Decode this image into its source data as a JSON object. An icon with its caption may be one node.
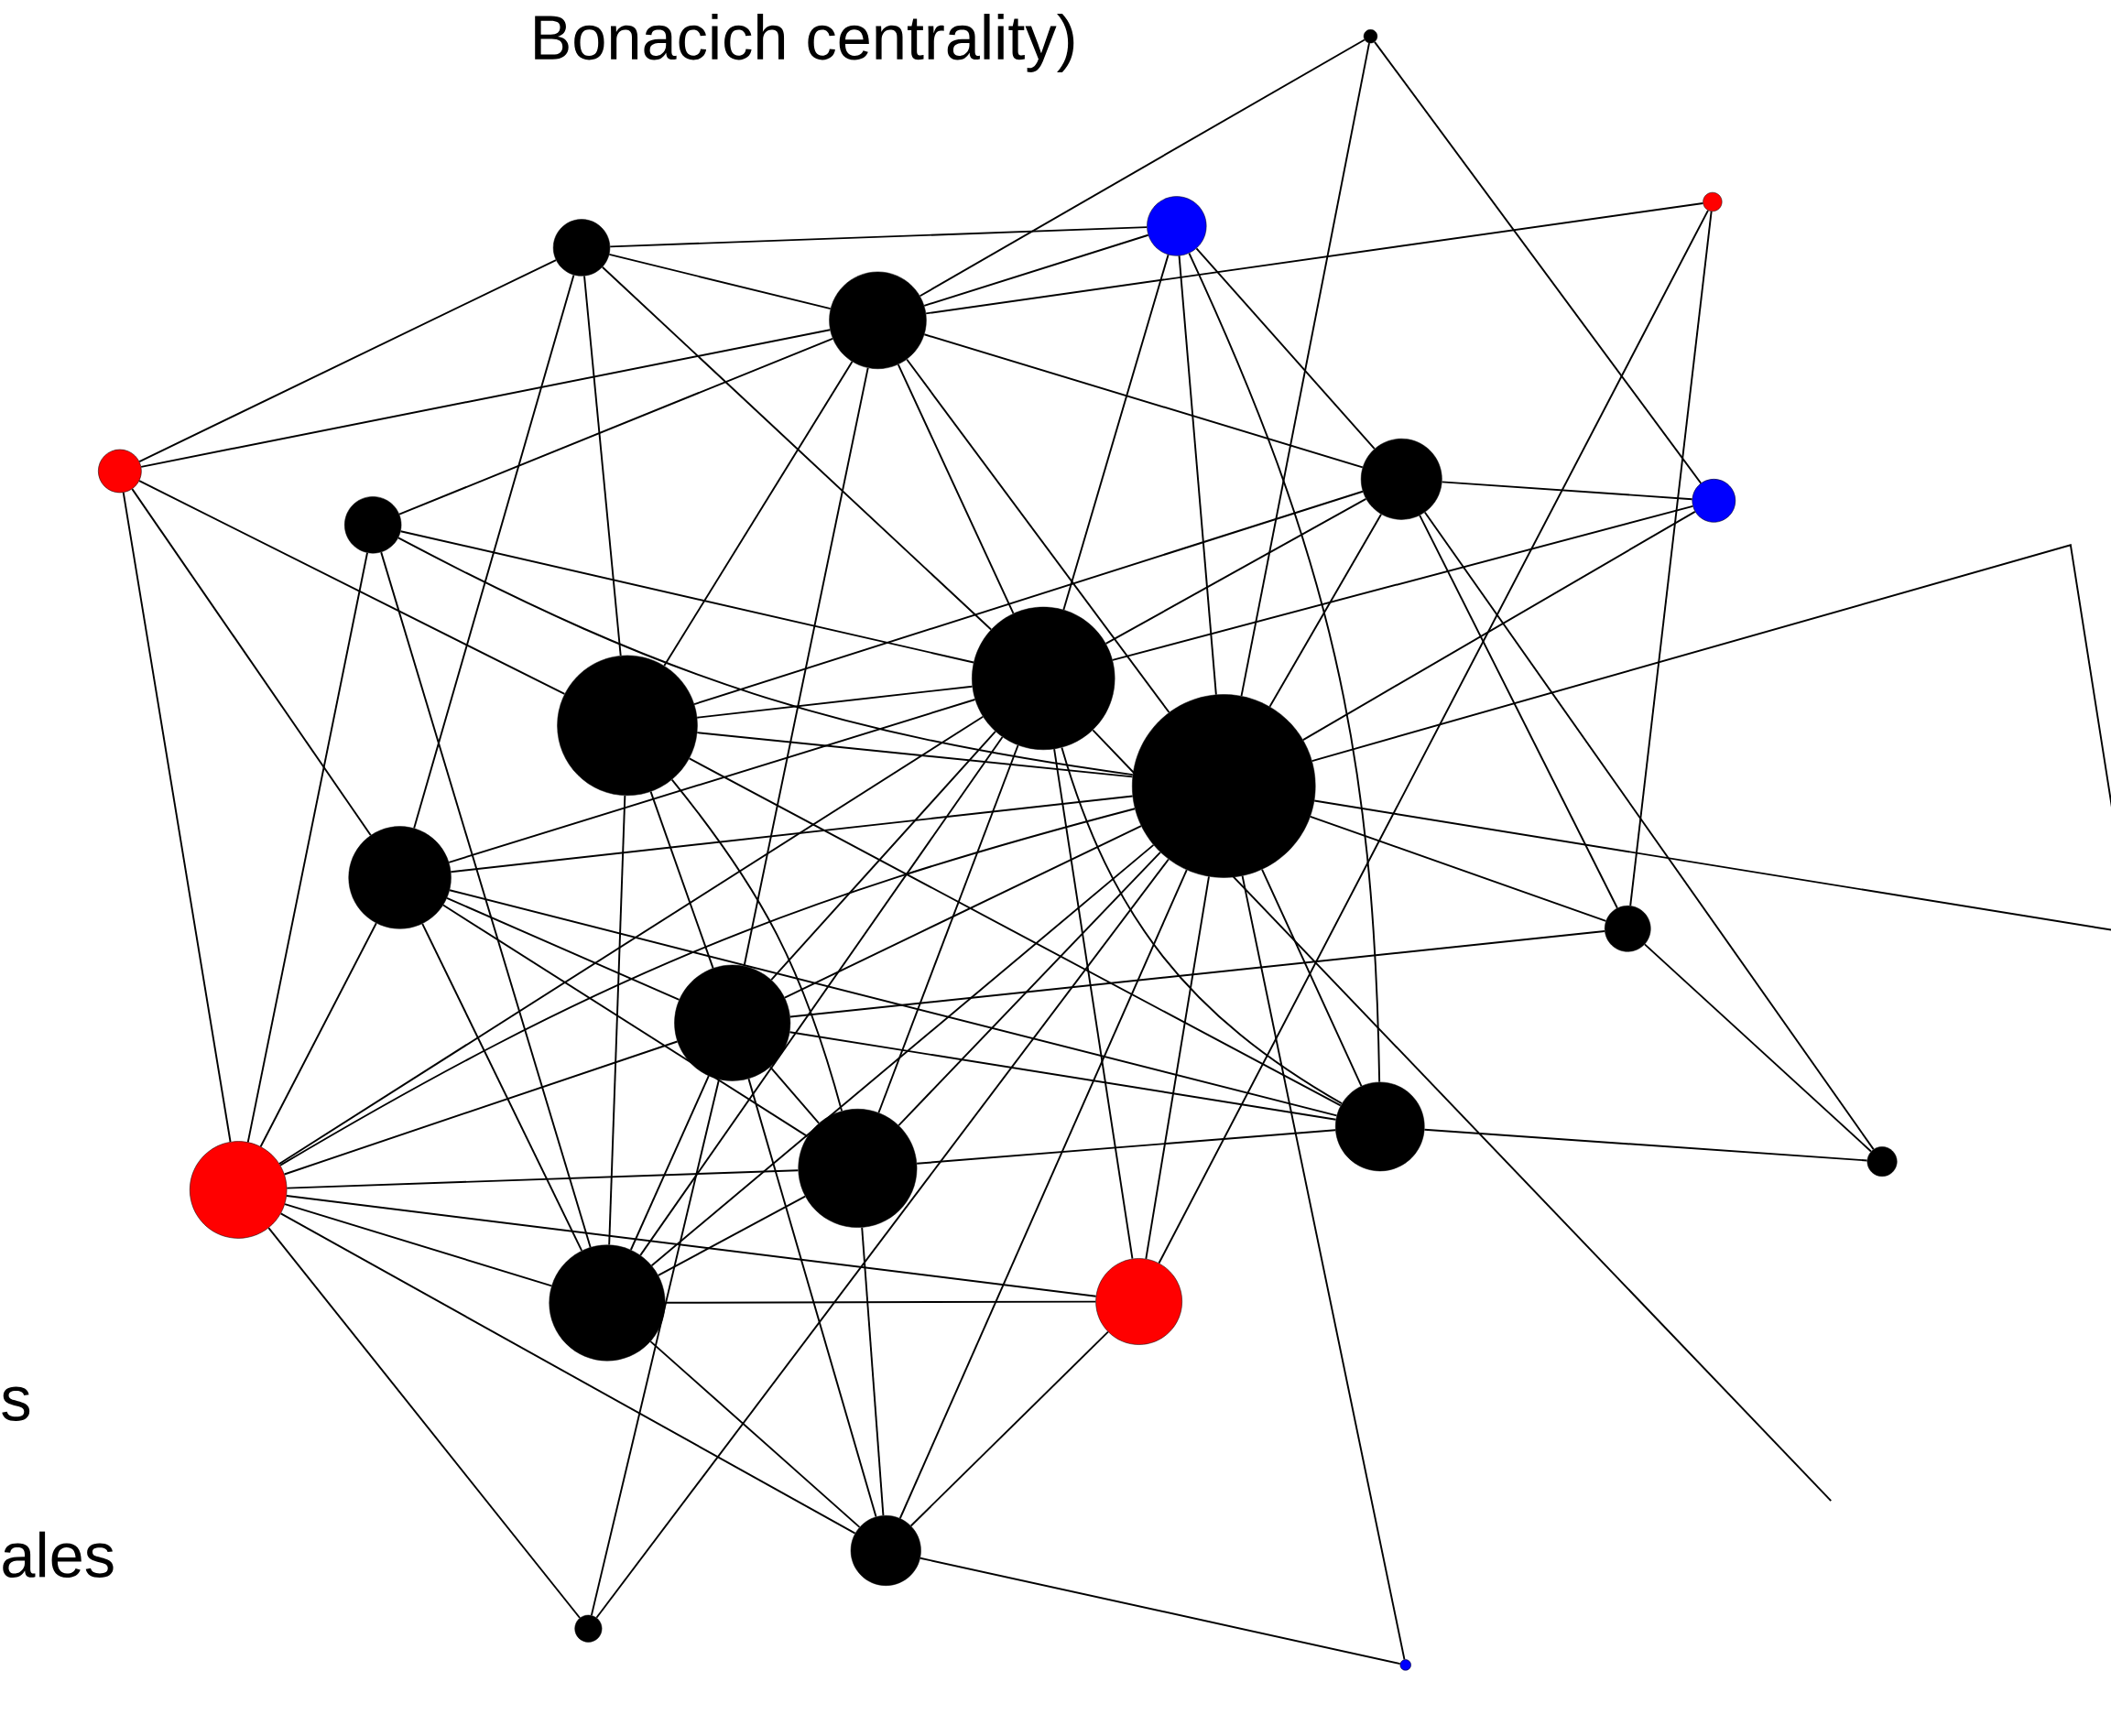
{
  "diagram": {
    "nodes": [
      {
        "text": [],
        "shape": "circle"
      },
      {
        "text": [],
        "shape": "circle"
      },
      {
        "text": [],
        "shape": "circle"
      },
      {
        "text": [],
        "shape": "circle"
      },
      {
        "text": [],
        "shape": "circle"
      },
      {
        "text": [],
        "shape": "circle"
      },
      {
        "text": [],
        "shape": "circle"
      },
      {
        "text": [],
        "shape": "circle"
      },
      {
        "text": [],
        "shape": "circle"
      },
      {
        "text": [],
        "shape": "circle"
      },
      {
        "text": [],
        "shape": "circle"
      },
      {
        "text": [],
        "shape": "circle"
      },
      {
        "text": [],
        "shape": "circle"
      },
      {
        "text": [],
        "shape": "circle"
      },
      {
        "text": [],
        "shape": "circle"
      },
      {
        "text": [],
        "shape": "circle"
      },
      {
        "text": [],
        "shape": "circle"
      },
      {
        "text": [],
        "shape": "circle"
      },
      {
        "text": [],
        "shape": "circle"
      },
      {
        "text": [],
        "shape": "circle"
      },
      {
        "text": [],
        "shape": "circle"
      },
      {
        "text": [],
        "shape": "circle"
      },
      {
        "text": [],
        "shape": "circle"
      },
      {
        "text": [],
        "shape": "circle"
      }
    ],
    "edges": [
      {
        "from": 0,
        "to": 4,
        "arrow": "none"
      },
      {
        "from": 0,
        "to": 8,
        "arrow": "none"
      },
      {
        "from": 0,
        "to": 11,
        "arrow": "none"
      },
      {
        "from": 3,
        "to": 4,
        "arrow": "none"
      },
      {
        "from": 3,
        "to": 20,
        "arrow": "none"
      },
      {
        "from": 3,
        "to": 13,
        "arrow": "none"
      },
      {
        "from": 2,
        "to": 1,
        "arrow": "none"
      },
      {
        "from": 2,
        "to": 4,
        "arrow": "none"
      },
      {
        "from": 2,
        "to": 7,
        "arrow": "none"
      },
      {
        "from": 2,
        "to": 9,
        "arrow": "none"
      },
      {
        "from": 2,
        "to": 11,
        "arrow": "none"
      },
      {
        "from": 2,
        "to": 15,
        "arrow": "none"
      },
      {
        "from": 1,
        "to": 5,
        "arrow": "none"
      },
      {
        "from": 1,
        "to": 4,
        "arrow": "none"
      },
      {
        "from": 1,
        "to": 9,
        "arrow": "none"
      },
      {
        "from": 1,
        "to": 10,
        "arrow": "none"
      },
      {
        "from": 1,
        "to": 12,
        "arrow": "none"
      },
      {
        "from": 4,
        "to": 5,
        "arrow": "none"
      },
      {
        "from": 4,
        "to": 6,
        "arrow": "none"
      },
      {
        "from": 4,
        "to": 7,
        "arrow": "none"
      },
      {
        "from": 4,
        "to": 10,
        "arrow": "none"
      },
      {
        "from": 4,
        "to": 14,
        "arrow": "none"
      },
      {
        "from": 4,
        "to": 9,
        "arrow": "none"
      },
      {
        "from": 4,
        "to": 11,
        "arrow": "none"
      },
      {
        "from": 5,
        "to": 10,
        "arrow": "none"
      },
      {
        "from": 5,
        "to": 12,
        "arrow": "none"
      },
      {
        "from": 5,
        "to": 17,
        "arrow": "none"
      },
      {
        "from": 6,
        "to": 9,
        "arrow": "none"
      },
      {
        "from": 6,
        "to": 11,
        "arrow": "none"
      },
      {
        "from": 6,
        "to": 17,
        "arrow": "none"
      },
      {
        "from": 6,
        "to": 19,
        "arrow": "none"
      },
      {
        "from": 7,
        "to": 8,
        "arrow": "none"
      },
      {
        "from": 7,
        "to": 10,
        "arrow": "none"
      },
      {
        "from": 7,
        "to": 9,
        "arrow": "none"
      },
      {
        "from": 7,
        "to": 11,
        "arrow": "none"
      },
      {
        "from": 7,
        "to": 13,
        "arrow": "none"
      },
      {
        "from": 7,
        "to": 16,
        "arrow": "none"
      },
      {
        "from": 8,
        "to": 9,
        "arrow": "none"
      },
      {
        "from": 8,
        "to": 11,
        "arrow": "none"
      },
      {
        "from": 9,
        "to": 10,
        "arrow": "none"
      },
      {
        "from": 9,
        "to": 12,
        "arrow": "none"
      },
      {
        "from": 9,
        "to": 14,
        "arrow": "none"
      },
      {
        "from": 9,
        "to": 17,
        "arrow": "none"
      },
      {
        "from": 9,
        "to": 18,
        "arrow": "none"
      },
      {
        "from": 9,
        "to": 19,
        "arrow": "none"
      },
      {
        "from": 9,
        "to": 20,
        "arrow": "none"
      },
      {
        "from": 9,
        "to": 15,
        "arrow": "none"
      },
      {
        "from": 10,
        "to": 11,
        "arrow": "none"
      },
      {
        "from": 10,
        "to": 14,
        "arrow": "none"
      },
      {
        "from": 10,
        "to": 18,
        "arrow": "none"
      },
      {
        "from": 10,
        "to": 19,
        "arrow": "none"
      },
      {
        "from": 10,
        "to": 15,
        "arrow": "none"
      },
      {
        "from": 11,
        "to": 12,
        "arrow": "none"
      },
      {
        "from": 11,
        "to": 13,
        "arrow": "none"
      },
      {
        "from": 11,
        "to": 14,
        "arrow": "none"
      },
      {
        "from": 11,
        "to": 15,
        "arrow": "none"
      },
      {
        "from": 11,
        "to": 17,
        "arrow": "none"
      },
      {
        "from": 11,
        "to": 18,
        "arrow": "none"
      },
      {
        "from": 11,
        "to": 19,
        "arrow": "none"
      },
      {
        "from": 11,
        "to": 20,
        "arrow": "none"
      },
      {
        "from": 11,
        "to": 21,
        "arrow": "none"
      },
      {
        "from": 11,
        "to": 23,
        "arrow": "none"
      },
      {
        "from": 12,
        "to": 17,
        "arrow": "none"
      },
      {
        "from": 12,
        "to": 14,
        "arrow": "none"
      },
      {
        "from": 12,
        "to": 18,
        "arrow": "none"
      },
      {
        "from": 12,
        "to": 19,
        "arrow": "none"
      },
      {
        "from": 12,
        "to": 15,
        "arrow": "none"
      },
      {
        "from": 13,
        "to": 14,
        "arrow": "none"
      },
      {
        "from": 13,
        "to": 16,
        "arrow": "none"
      },
      {
        "from": 14,
        "to": 15,
        "arrow": "none"
      },
      {
        "from": 14,
        "to": 17,
        "arrow": "none"
      },
      {
        "from": 14,
        "to": 19,
        "arrow": "none"
      },
      {
        "from": 14,
        "to": 18,
        "arrow": "none"
      },
      {
        "from": 14,
        "to": 21,
        "arrow": "none"
      },
      {
        "from": 15,
        "to": 16,
        "arrow": "none"
      },
      {
        "from": 15,
        "to": 18,
        "arrow": "none"
      },
      {
        "from": 17,
        "to": 19,
        "arrow": "none"
      },
      {
        "from": 17,
        "to": 20,
        "arrow": "none"
      },
      {
        "from": 17,
        "to": 21,
        "arrow": "none"
      },
      {
        "from": 17,
        "to": 22,
        "arrow": "none"
      },
      {
        "from": 17,
        "to": 18,
        "arrow": "none"
      },
      {
        "from": 18,
        "to": 19,
        "arrow": "none"
      },
      {
        "from": 18,
        "to": 21,
        "arrow": "none"
      },
      {
        "from": 22,
        "to": 14,
        "arrow": "none"
      },
      {
        "from": 22,
        "to": 11,
        "arrow": "none"
      },
      {
        "from": 19,
        "to": 20,
        "arrow": "none"
      },
      {
        "from": 19,
        "to": 21,
        "arrow": "none"
      },
      {
        "from": 20,
        "to": 21,
        "arrow": "none"
      },
      {
        "from": 21,
        "to": 23,
        "arrow": "none"
      },
      {
        "from": 11,
        "to": null,
        "arrow": "none"
      },
      {
        "from": 11,
        "to": null,
        "arrow": "none"
      },
      {
        "from": 9,
        "to": null,
        "arrow": "none"
      }
    ],
    "labels": [
      "Bonacich centrality)",
      "s",
      "ales"
    ]
  }
}
